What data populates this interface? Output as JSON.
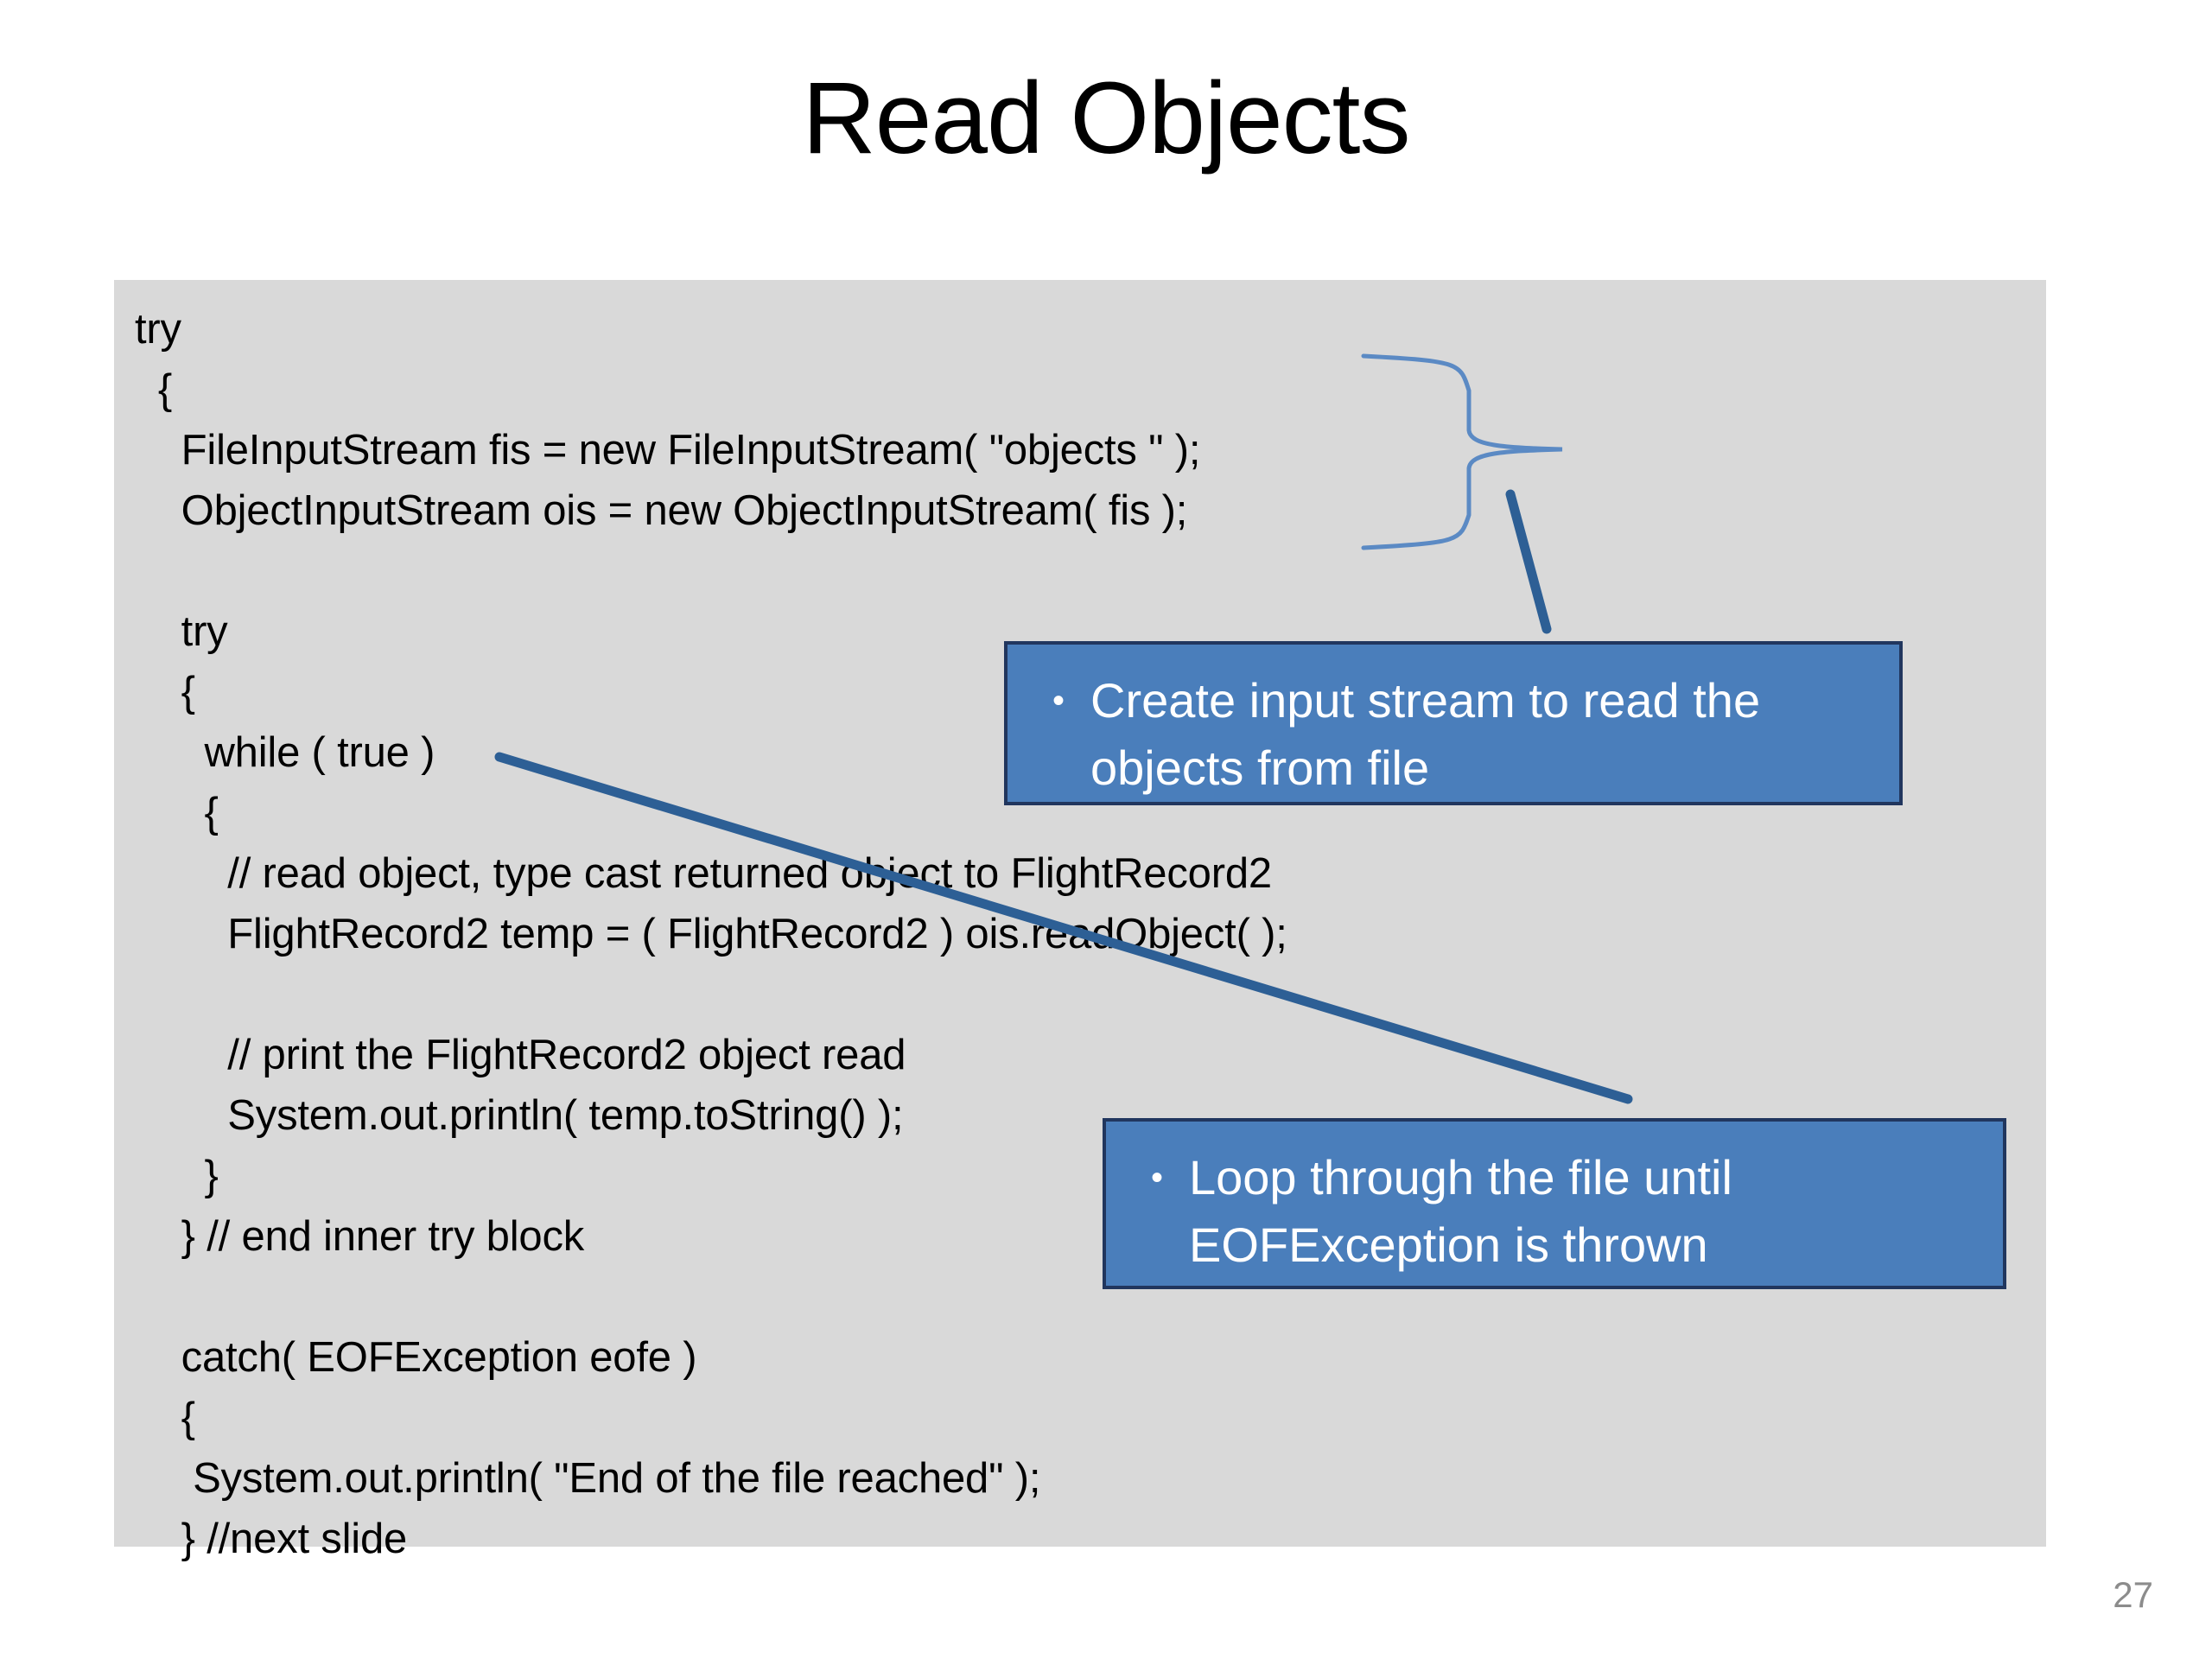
{
  "slide": {
    "title": "Read Objects",
    "page_number": "27",
    "background_color": "#ffffff",
    "panel_color": "#d9d9d9"
  },
  "code": {
    "language": "java",
    "text": "try\n  {\n    FileInputStream fis = new FileInputStream( \"objects \" );\n    ObjectInputStream ois = new ObjectInputStream( fis );\n\n    try\n    {\n      while ( true )\n      {\n        // read object, type cast returned object to FlightRecord2\n        FlightRecord2 temp = ( FlightRecord2 ) ois.readObject( );\n\n        // print the FlightRecord2 object read\n        System.out.println( temp.toString() );\n      }\n    } // end inner try block\n\n    catch( EOFException eofe )\n    {\n     System.out.println( \"End of the file reached\" );\n    } //next slide",
    "lines": [
      "try",
      "  {",
      "    FileInputStream fis = new FileInputStream( \"objects \" );",
      "    ObjectInputStream ois = new ObjectInputStream( fis );",
      "",
      "    try",
      "    {",
      "      while ( true )",
      "      {",
      "        // read object, type cast returned object to FlightRecord2",
      "        FlightRecord2 temp = ( FlightRecord2 ) ois.readObject( );",
      "",
      "        // print the FlightRecord2 object read",
      "        System.out.println( temp.toString() );",
      "      }",
      "    } // end inner try block",
      "",
      "    catch( EOFException eofe )",
      "    {",
      "     System.out.println( \"End of the file reached\" );",
      "    } //next slide"
    ]
  },
  "callouts": [
    {
      "id": "create-stream",
      "bullet": "•",
      "text": "Create input stream to read the objects from file",
      "fill_color": "#4a7ebb",
      "border_color": "#21365e",
      "text_color": "#ffffff"
    },
    {
      "id": "loop-eof",
      "bullet": "•",
      "text": "Loop through the file until EOFException is thrown",
      "fill_color": "#4a7ebb",
      "border_color": "#21365e",
      "text_color": "#ffffff"
    }
  ],
  "annotations": {
    "brace_color": "#5b8ac4",
    "connector_color": "#2d5f95"
  }
}
